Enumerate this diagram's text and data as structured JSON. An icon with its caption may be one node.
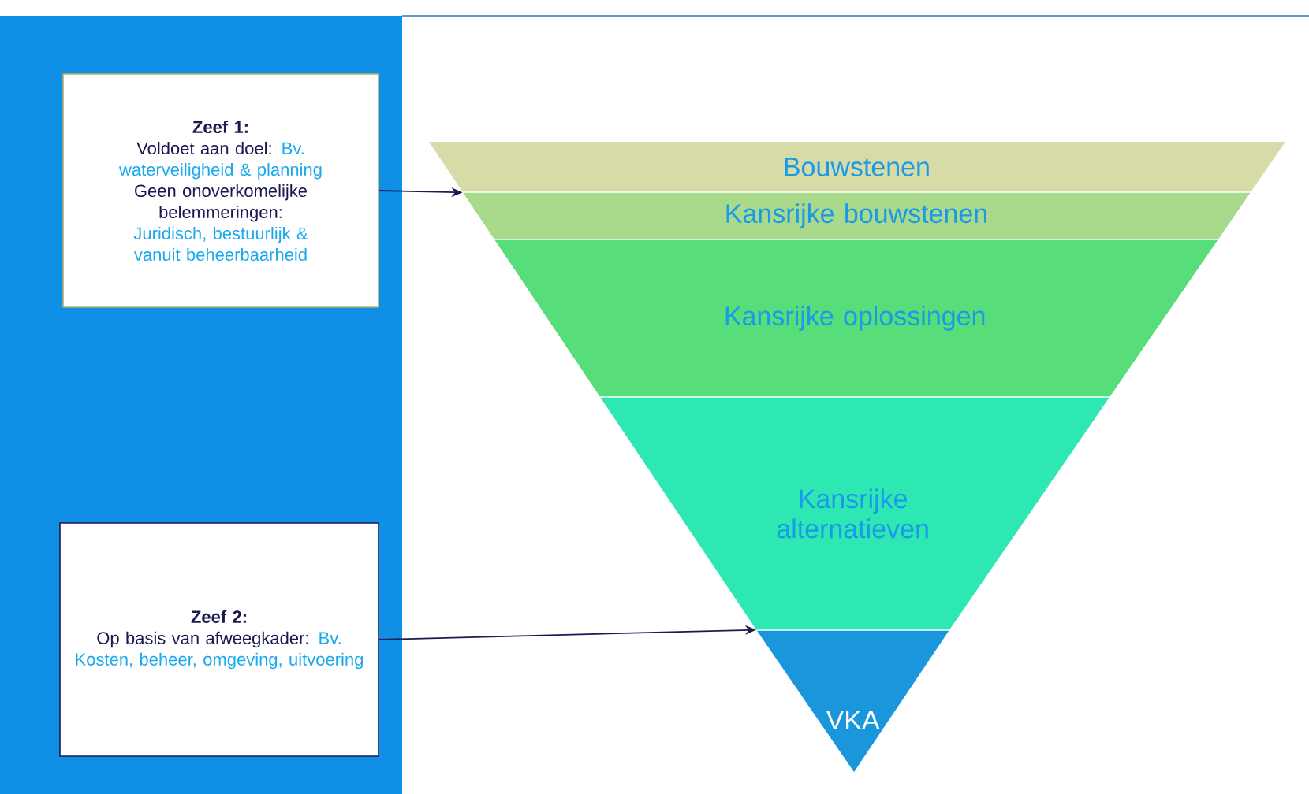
{
  "diagram": {
    "nodes": [
      {
        "text": [
          "Zeef 1:",
          "Voldoet aan doel:",
          "Bv. waterveiligheid & planning",
          "Geen onoverkomelijke belemmeringen:",
          "Juridisch, bestuurlijk & vanuit beheerbaarheid"
        ]
      },
      {
        "text": [
          "Zeef 2:",
          "Op basis van afweegkader:",
          "Bv. Kosten, beheer, omgeving, uitvoering"
        ]
      },
      {
        "text": [
          "Bouwstenen"
        ]
      },
      {
        "text": [
          "Kansrijke bouwstenen"
        ]
      },
      {
        "text": [
          "Kansrijke oplossingen"
        ]
      },
      {
        "text": [
          "Kansrijke alternatieven"
        ]
      },
      {
        "text": [
          "VKA"
        ]
      }
    ],
    "edges": [
      {
        "from": 0,
        "to": 2,
        "arrow": "to"
      },
      {
        "from": 1,
        "to": 6,
        "arrow": "to"
      }
    ]
  }
}
